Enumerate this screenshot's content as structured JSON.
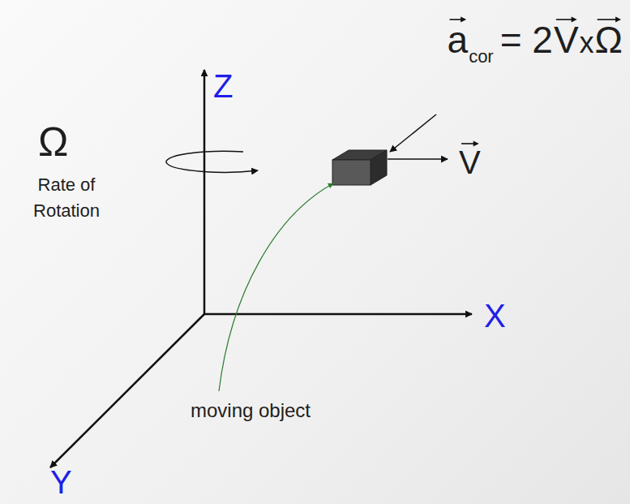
{
  "diagram": {
    "labels": [
      "Z",
      "Ω",
      "Rate of Rotation",
      "X",
      "Y",
      "moving object",
      "V",
      "a",
      "cor",
      "= 2",
      "V",
      "x",
      "Ω"
    ]
  }
}
